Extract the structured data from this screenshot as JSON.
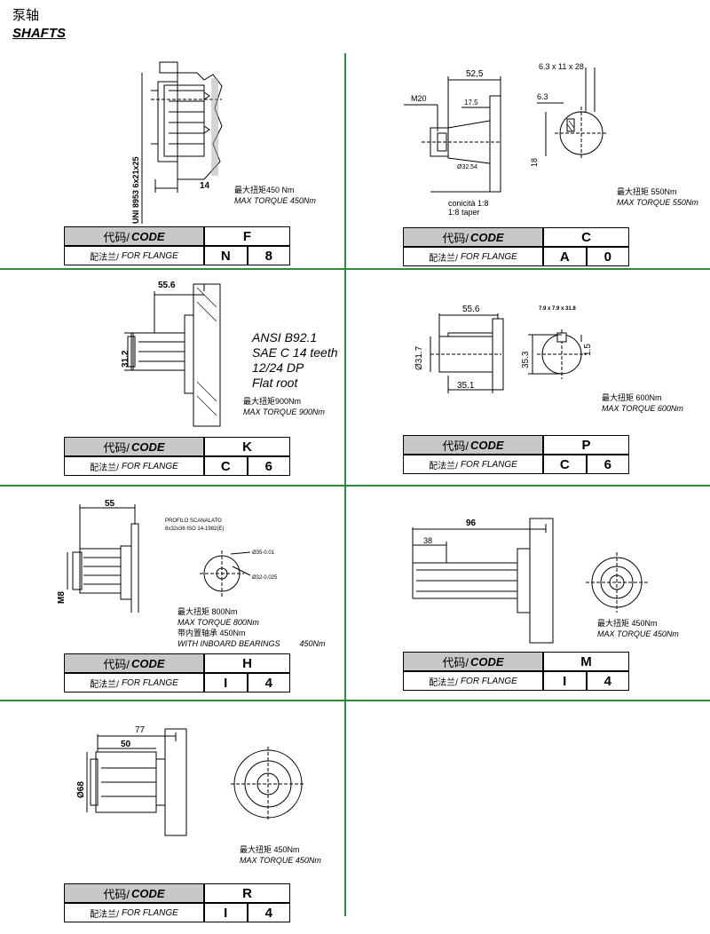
{
  "header": {
    "title_cn": "泵轴",
    "title_en": "SHAFTS"
  },
  "code_label_cn": "代码/",
  "code_label_en": "CODE",
  "flange_label_cn": "配法兰/",
  "flange_label_en": "FOR FLANGE",
  "shafts": [
    {
      "id": "F",
      "code": "F",
      "flange": [
        "N",
        "8"
      ],
      "torque_cn": "最大扭矩450 Nm",
      "torque_en": "MAX TORQUE    450Nm",
      "dims": {
        "len": "14",
        "spline": "UNI 8953 6x21x25"
      }
    },
    {
      "id": "C",
      "code": "C",
      "flange": [
        "A",
        "0"
      ],
      "torque_cn": "最大扭矩 550Nm",
      "torque_en": "MAX TORQUE    550Nm",
      "dims": {
        "len": "52,5",
        "len2": "17.5",
        "thread": "M20",
        "dia": "Ø32.54",
        "taper1": "conicità 1:8",
        "taper2": "1:8 taper",
        "key": "6.3 x 11 x 28",
        "key_w": "6.3",
        "key_h": "18"
      }
    },
    {
      "id": "K",
      "code": "K",
      "flange": [
        "C",
        "6"
      ],
      "spec": [
        "ANSI B92.1",
        "SAE C 14 teeth",
        "12/24 DP",
        "Flat root"
      ],
      "torque_cn": "最大扭矩900Nm",
      "torque_en": "MAX TORQUE    900Nm",
      "dims": {
        "len": "55.6",
        "dia": "31.2"
      }
    },
    {
      "id": "P",
      "code": "P",
      "flange": [
        "C",
        "6"
      ],
      "torque_cn": "最大扭矩 600Nm",
      "torque_en": "MAX TORQUE    600Nm",
      "dims": {
        "len": "55.6",
        "len2": "35.1",
        "dia": "Ø31.7",
        "key": "7.9 x 7.9 x 31.8",
        "h": "35.3",
        "k": "1.5"
      }
    },
    {
      "id": "H",
      "code": "H",
      "flange": [
        "I",
        "4"
      ],
      "torque_cn": "最大扭矩 800Nm",
      "torque_en": "MAX TORQUE    800Nm",
      "bearing_cn": "带内置轴承  450Nm",
      "bearing_en": "WITH INBOARD BEARINGS",
      "bearing_val": "450Nm",
      "dims": {
        "len": "55",
        "thread": "M8",
        "profile1": "PROFILO SCANALATO",
        "profile2": "8x32x36 ISO 14-1982(E)",
        "d1": "Ø35-0.01",
        "d2": "Ø32-0.025"
      }
    },
    {
      "id": "M",
      "code": "M",
      "flange": [
        "I",
        "4"
      ],
      "torque_cn": "最大扭矩  450Nm",
      "torque_en": "MAX TORQUE    450Nm",
      "dims": {
        "len": "96",
        "len2": "38"
      }
    },
    {
      "id": "R",
      "code": "R",
      "flange": [
        "I",
        "4"
      ],
      "torque_cn": "最大扭矩  450Nm",
      "torque_en": "MAX TORQUE    450Nm",
      "dims": {
        "len": "77",
        "len2": "50",
        "dia": "Ø68"
      }
    }
  ]
}
